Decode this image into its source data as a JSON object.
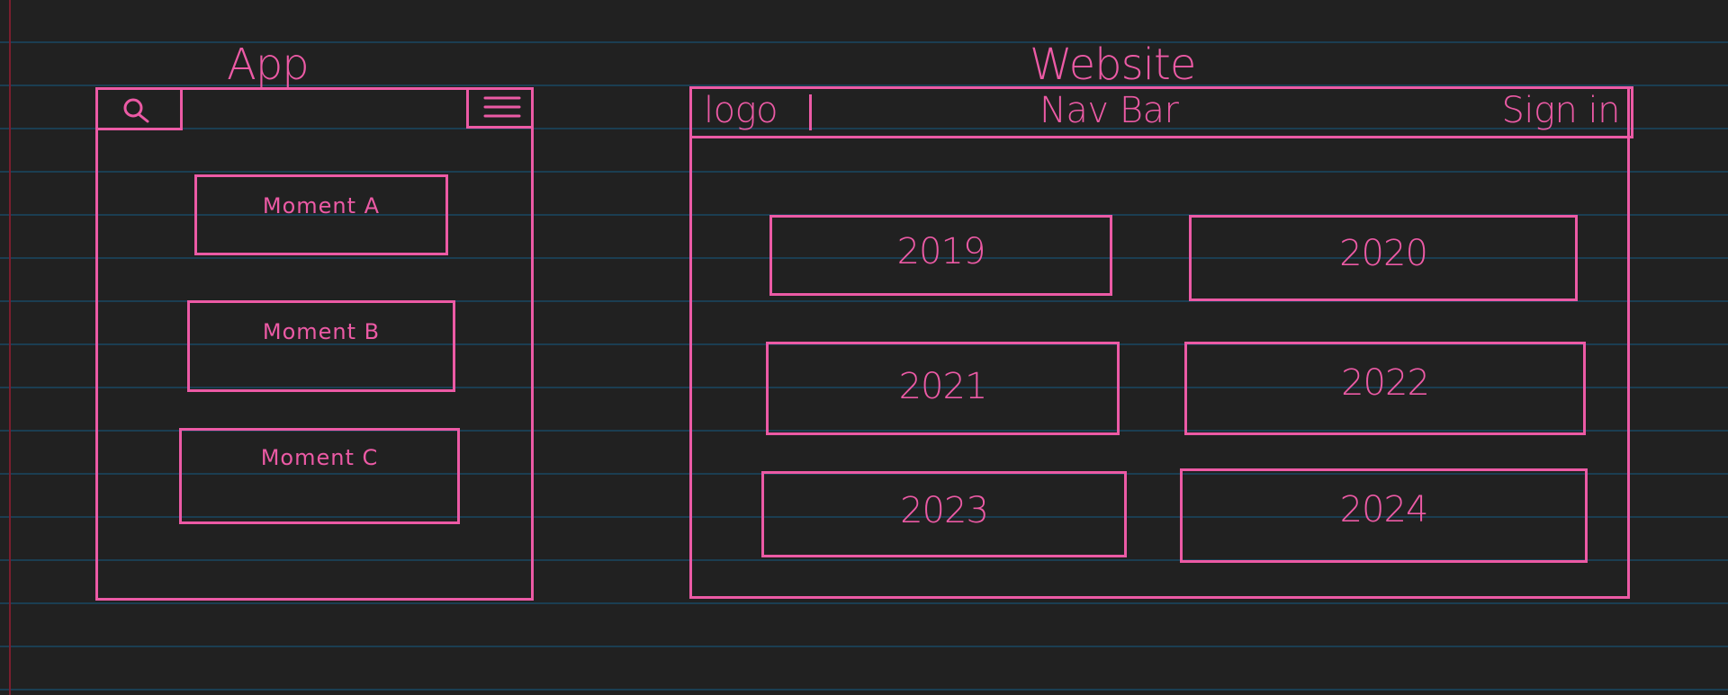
{
  "sections": {
    "app": {
      "title": "App",
      "moments": [
        "Moment A",
        "Moment B",
        "Moment C"
      ]
    },
    "website": {
      "title": "Website",
      "nav": {
        "logo": "logo",
        "center": "Nav Bar",
        "signin": "Sign in"
      },
      "years": [
        "2019",
        "2020",
        "2021",
        "2022",
        "2023",
        "2024"
      ]
    }
  },
  "icons": {
    "app_search": "search-icon",
    "app_menu": "hamburger-menu-icon"
  },
  "colors": {
    "background": "#212121",
    "ink": "#ec5aa5",
    "ruled_line": "#1b3e52",
    "margin_line": "#7a1e2e"
  }
}
